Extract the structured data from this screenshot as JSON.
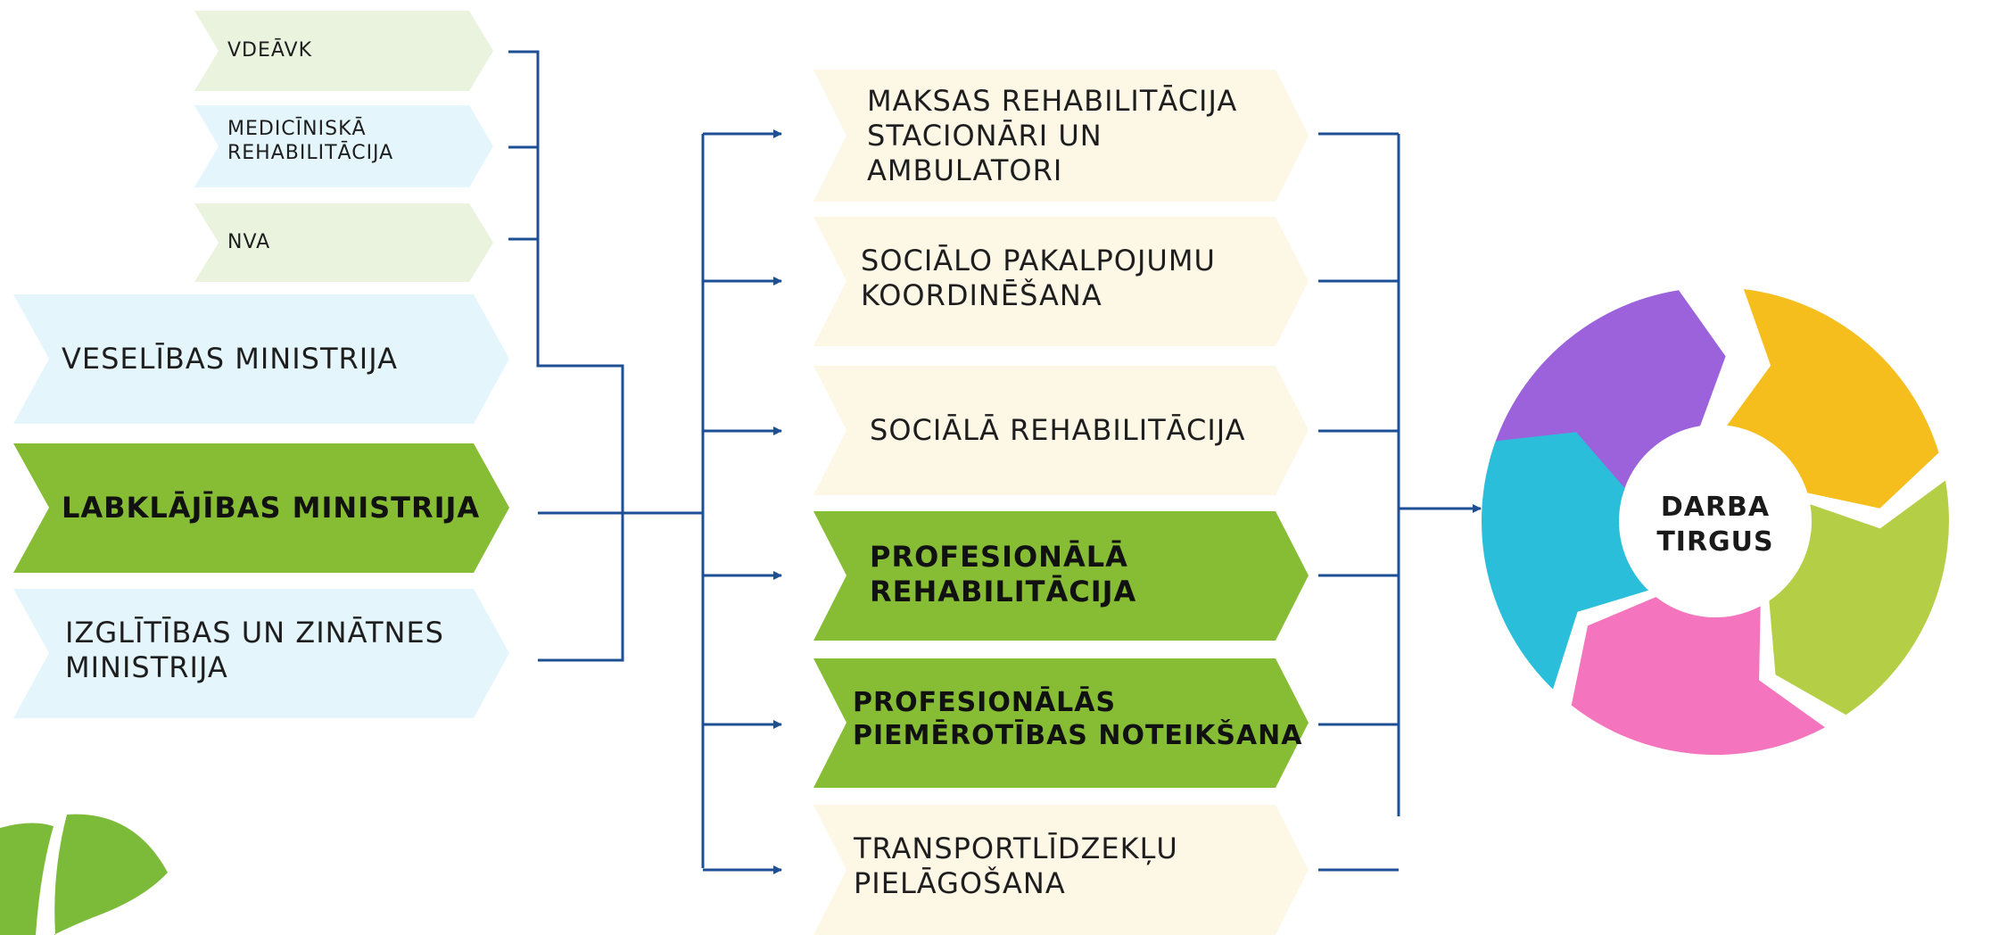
{
  "colors": {
    "light_green": "#e9f3de",
    "light_cyan": "#e4f6fb",
    "cream": "#fdf7e6",
    "green": "#86bd35",
    "line": "#1d4f96",
    "purple": "#9b62db",
    "yellow": "#f5be1d",
    "lime": "#b4cf45",
    "pink": "#f474bd",
    "cyan": "#2bbedb",
    "logo_green": "#7cba3a"
  },
  "icons": [
    "arrowhead-icon",
    "cycle-ring-icon",
    "logo-icon"
  ],
  "sub_agencies": [
    {
      "label": "VDEĀVK",
      "color": "#e9f3de"
    },
    {
      "label": "MEDICĪNISKĀ\nREHABILITĀCIJA",
      "color": "#e4f6fb"
    },
    {
      "label": "NVA",
      "color": "#e9f3de"
    }
  ],
  "ministries": [
    {
      "label": "VESELĪBAS MINISTRIJA",
      "color": "#e4f6fb",
      "bold": false
    },
    {
      "label": "LABKLĀJĪBAS MINISTRIJA",
      "color": "#86bd35",
      "bold": true
    },
    {
      "label": "IZGLĪTĪBAS UN ZINĀTNES\nMINISTRIJA",
      "color": "#e4f6fb",
      "bold": false
    }
  ],
  "services": [
    {
      "label": "MAKSAS REHABILITĀCIJA\nSTACIONĀRI UN\nAMBULATORI",
      "color": "#fdf7e6",
      "bold": false
    },
    {
      "label": "SOCIĀLO PAKALPOJUMU\nKOORDINĒŠANA",
      "color": "#fdf7e6",
      "bold": false
    },
    {
      "label": "SOCIĀLĀ REHABILITĀCIJA",
      "color": "#fdf7e6",
      "bold": false
    },
    {
      "label": "PROFESIONĀLĀ\nREHABILITĀCIJA",
      "color": "#86bd35",
      "bold": true
    },
    {
      "label": "PROFESIONĀLĀS\nPIEMĒROTĪBAS NOTEIKŠANA",
      "color": "#86bd35",
      "bold": true
    },
    {
      "label": "TRANSPORTLĪDZEKĻU\nPIELĀGOŠANA",
      "color": "#fdf7e6",
      "bold": false
    }
  ],
  "cycle": {
    "center_label": "DARBA\nTIRGUS",
    "segment_colors": [
      "#9b62db",
      "#f5be1d",
      "#b4cf45",
      "#f474bd",
      "#2bbedb"
    ]
  }
}
